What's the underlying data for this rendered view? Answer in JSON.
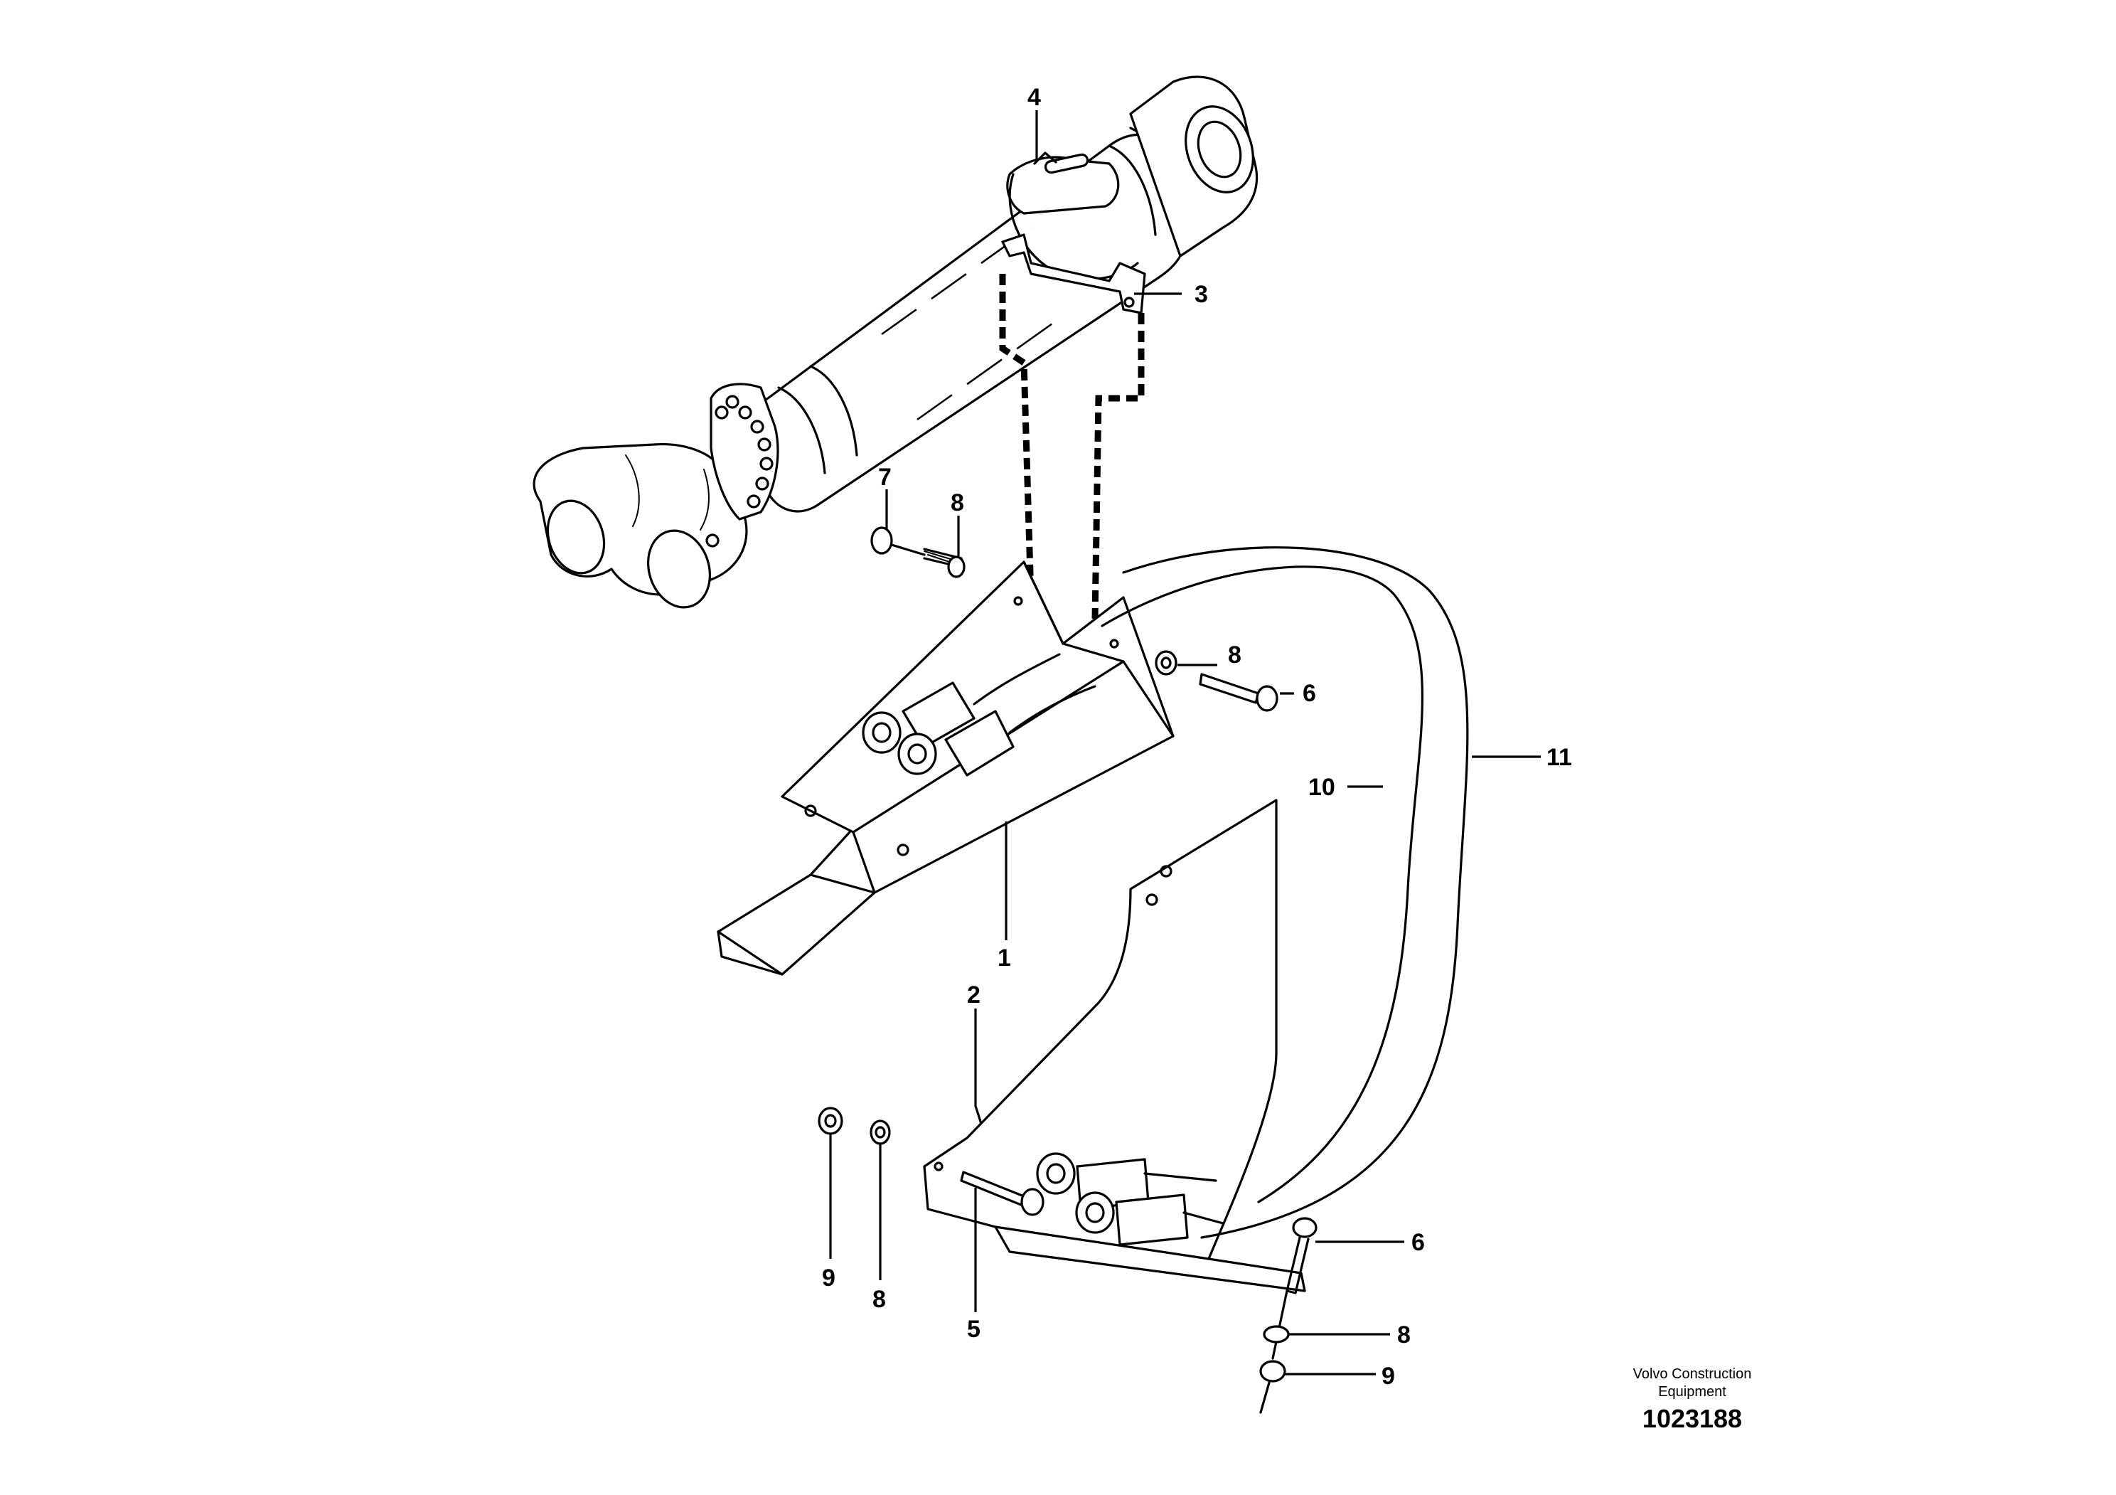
{
  "callouts": [
    "4",
    "3",
    "7",
    "8",
    "8",
    "6",
    "11",
    "10",
    "1",
    "2",
    "9",
    "8",
    "5",
    "6",
    "8",
    "9"
  ],
  "footer": {
    "company_line1": "Volvo Construction",
    "company_line2": "Equipment",
    "drawing_number": "1023188"
  }
}
